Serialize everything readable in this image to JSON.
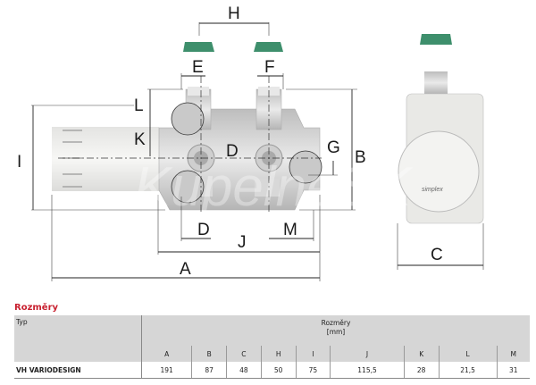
{
  "drawing": {
    "labels": {
      "H": "H",
      "E": "E",
      "F": "F",
      "L": "L",
      "K": "K",
      "I": "I",
      "D_top": "D",
      "D_bottom": "D",
      "G": "G",
      "B": "B",
      "J": "J",
      "M": "M",
      "A": "A",
      "C": "C"
    },
    "brand_on_cap": "simplex",
    "watermark": "KupelneSK",
    "colors": {
      "seal_green": "#3e8f6c",
      "body": "#d4d4d4",
      "head": "#f0f0ee"
    }
  },
  "table": {
    "section_title": "Rozměry",
    "type_header": "Typ",
    "group_header": "Rozměry",
    "group_unit": "[mm]",
    "columns": [
      "A",
      "B",
      "C",
      "H",
      "I",
      "J",
      "K",
      "L",
      "M"
    ],
    "rows": [
      {
        "type": "VH VARIODESIGN",
        "values": [
          "191",
          "87",
          "48",
          "50",
          "75",
          "115,5",
          "28",
          "21,5",
          "31"
        ]
      }
    ]
  }
}
